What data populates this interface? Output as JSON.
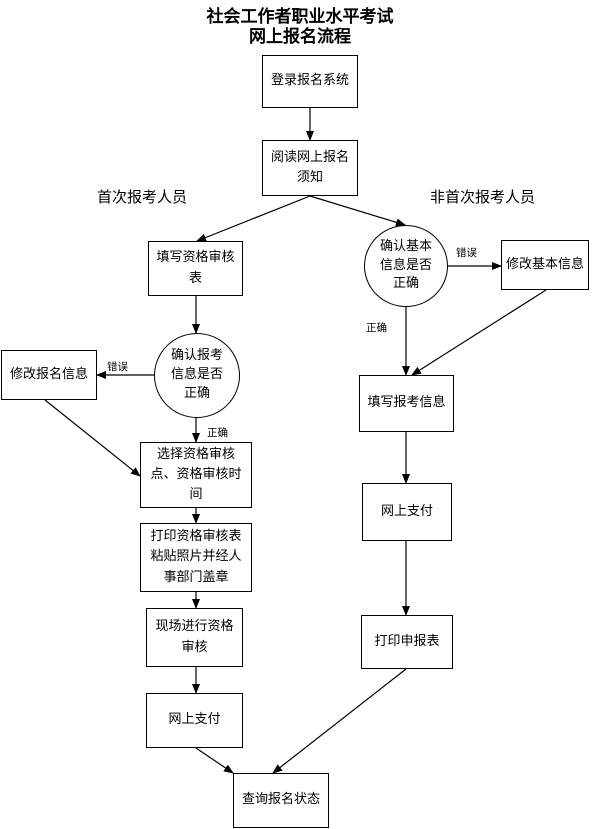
{
  "title": {
    "line1": "社会工作者职业水平考试",
    "line2": "网上报名流程"
  },
  "lanes": {
    "left": "首次报考人员",
    "right": "非首次报考人员"
  },
  "nodes": {
    "login": "登录报名系统",
    "read_notice": "阅读网上报名须知",
    "fill_review_form": "填写资格审核表",
    "confirm_left": "确认报考信息是否正确",
    "modify_left": "修改报名信息",
    "choose_review": "选择资格审核点、资格审核时间",
    "print_review": "打印资格审核表粘贴照片并经人事部门盖章",
    "onsite_review": "现场进行资格审核",
    "pay_left": "网上支付",
    "query_status": "查询报名状态",
    "confirm_right": "确认基本信息是否正确",
    "modify_right": "修改基本信息",
    "fill_info_right": "填写报考信息",
    "pay_right": "网上支付",
    "print_form_right": "打印申报表"
  },
  "edge_labels": {
    "error_left": "错误",
    "correct_left": "正确",
    "error_right": "错误",
    "correct_right": "正确"
  }
}
